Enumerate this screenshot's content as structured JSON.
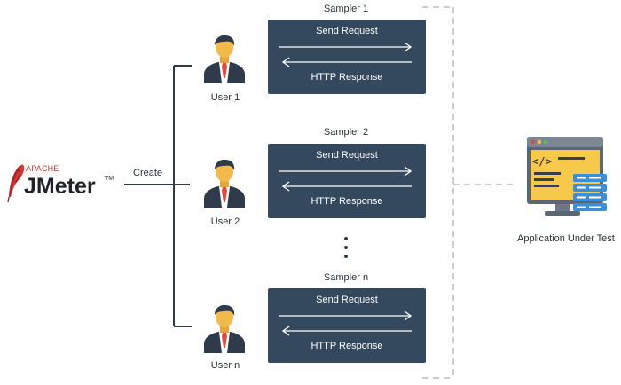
{
  "diagram": {
    "logo": {
      "brand_small": "APACHE",
      "brand_big": "JMeter",
      "trademark": "TM"
    },
    "create_label": "Create",
    "users": [
      {
        "label": "User 1"
      },
      {
        "label": "User 2"
      },
      {
        "label": "User n"
      }
    ],
    "samplers": [
      {
        "title": "Sampler 1",
        "request": "Send Request",
        "response": "HTTP Response"
      },
      {
        "title": "Sampler 2",
        "request": "Send Request",
        "response": "HTTP Response"
      },
      {
        "title": "Sampler n",
        "request": "Send Request",
        "response": "HTTP Response"
      }
    ],
    "target": {
      "label": "Application Under Test"
    },
    "colors": {
      "box": "#34495e",
      "connector": "#2f3b4a",
      "dashed": "#c9ced4",
      "shirt_tie": "#e04a3f",
      "face": "#f2b94b",
      "monitor_screen": "#f6c94a",
      "database": "#3b8fd9"
    }
  }
}
